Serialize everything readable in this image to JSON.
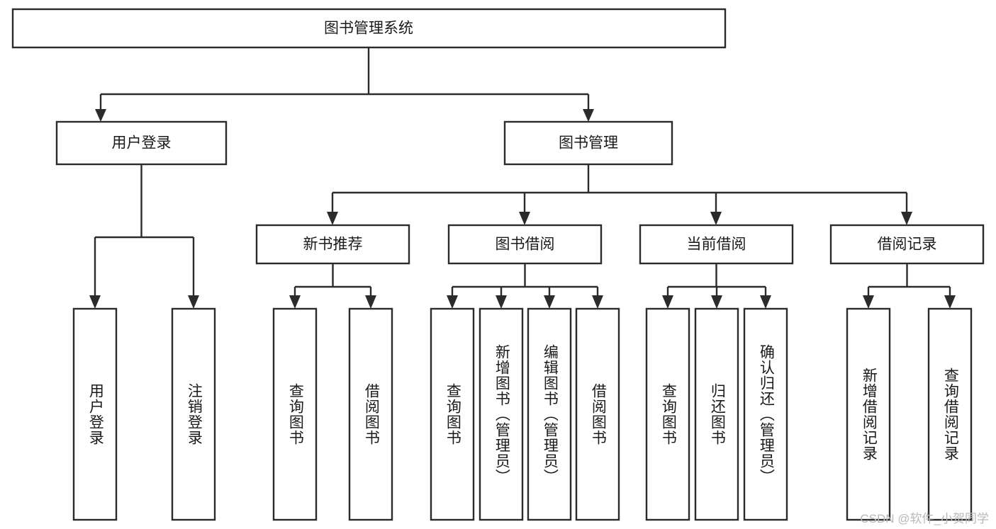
{
  "diagram": {
    "type": "tree",
    "title": "图书管理系统",
    "watermark": "CSDN @软件_小贺同学",
    "root": {
      "label": "图书管理系统"
    },
    "level1": [
      {
        "label": "用户登录"
      },
      {
        "label": "图书管理"
      }
    ],
    "level2": [
      {
        "label": "新书推荐"
      },
      {
        "label": "图书借阅"
      },
      {
        "label": "当前借阅"
      },
      {
        "label": "借阅记录"
      }
    ],
    "leaves": {
      "user_login": [
        {
          "label": "用户登录"
        },
        {
          "label": "注销登录"
        }
      ],
      "new_book_recommend": [
        {
          "label": "查询图书"
        },
        {
          "label": "借阅图书"
        }
      ],
      "book_borrow": [
        {
          "label": "查询图书"
        },
        {
          "label": "新增图书（管理员）"
        },
        {
          "label": "编辑图书（管理员）"
        },
        {
          "label": "借阅图书"
        }
      ],
      "current_borrow": [
        {
          "label": "查询图书"
        },
        {
          "label": "归还图书"
        },
        {
          "label": "确认归还（管理员）"
        }
      ],
      "borrow_records": [
        {
          "label": "新增借阅记录"
        },
        {
          "label": "查询借阅记录"
        }
      ]
    },
    "colors": {
      "stroke": "#2b2b2b",
      "fill": "#ffffff",
      "text": "#1a1a1a",
      "watermark": "#b9b9b9"
    }
  }
}
